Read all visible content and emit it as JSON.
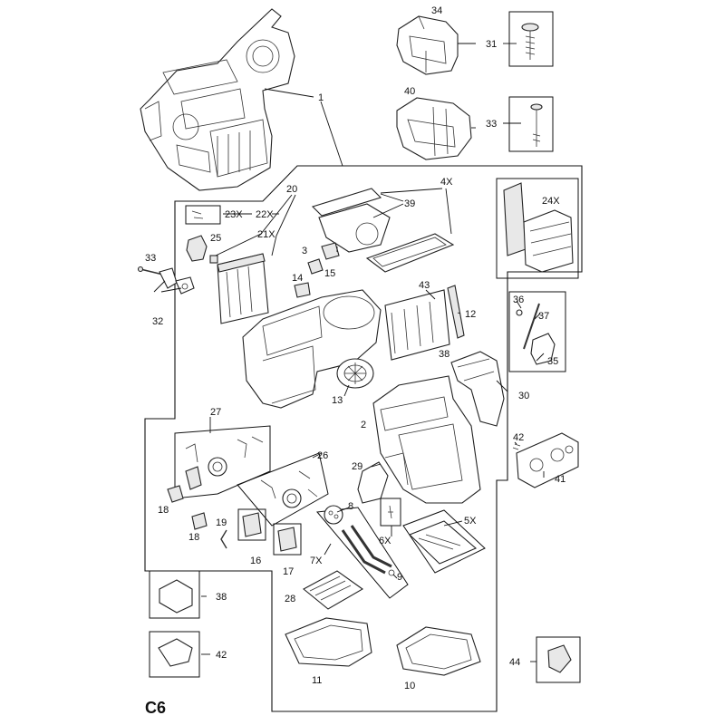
{
  "diagram": {
    "sheet_code": "C6",
    "callouts": {
      "c1": "1",
      "c2": "2",
      "c3": "3",
      "c4x": "4X",
      "c5x": "5X",
      "c6x": "6X",
      "c7x": "7X",
      "c8": "8",
      "c9": "9",
      "c10": "10",
      "c11": "11",
      "c12": "12",
      "c13": "13",
      "c14": "14",
      "c15": "15",
      "c16": "16",
      "c17": "17",
      "c18a": "18",
      "c18b": "18",
      "c19": "19",
      "c20": "20",
      "c21x": "21X",
      "c22x": "22X",
      "c23x": "23X",
      "c24x": "24X",
      "c25": "25",
      "c26": "26",
      "c27": "27",
      "c28": "28",
      "c29": "29",
      "c30": "30",
      "c31": "31",
      "c32": "32",
      "c33a": "33",
      "c33b": "33",
      "c34": "34",
      "c35": "35",
      "c36": "36",
      "c37": "37",
      "c38a": "38",
      "c38b": "38",
      "c39": "39",
      "c40": "40",
      "c41": "41",
      "c42a": "42",
      "c42b": "42",
      "c43": "43",
      "c44": "44"
    },
    "colors": {
      "line": "#111111",
      "part_fill": "#ffffff",
      "shade": "#e8e8e8"
    }
  }
}
